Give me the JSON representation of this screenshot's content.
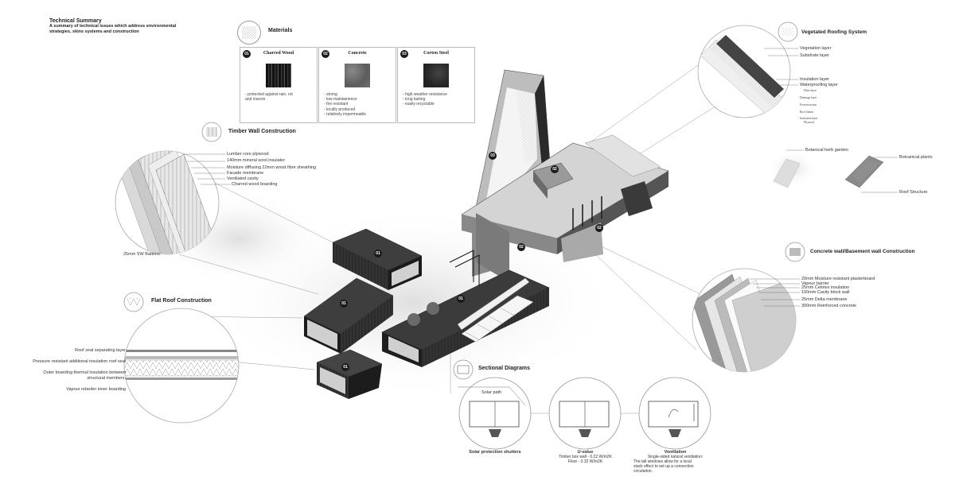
{
  "header": {
    "title": "Technical Summary",
    "subtitle": "A summary of technical issues which address environmental strategies, skins systems and construction"
  },
  "materials": {
    "title": "Materials",
    "items": [
      {
        "num": "01",
        "name": "Charred Wood",
        "notes": [
          "- protected against rain, rot",
          "and insects"
        ]
      },
      {
        "num": "02",
        "name": "Concrete",
        "notes": [
          "- strong",
          "- low maintainence",
          "- fire resistant",
          "- locally produced",
          "- relatively impermeable"
        ]
      },
      {
        "num": "03",
        "name": "Corten Steel",
        "notes": [
          "- high weather resistance",
          "- long lasting",
          "- easily recyclable"
        ]
      }
    ]
  },
  "timber": {
    "title": "Timber Wall Construction",
    "layers": [
      "Lumber core plywood",
      "140mm mineral wool insulator",
      "Moisture diffusing 22mm wood fibre sheathing",
      "Facade membrane",
      "Ventilated cavity",
      "Charred wood boarding"
    ],
    "battens": "25mm SW Battens"
  },
  "flat_roof": {
    "title": "Flat Roof Construction",
    "layers": [
      "Roof seal separating layer",
      "Pressure resistant additional insulation roof seal",
      "Outer boarding thermal insulation between",
      "structural members.",
      "Vapour retarder inner boarding"
    ]
  },
  "vegetated": {
    "title": "Vegetated Roofing System",
    "layers": [
      "Vegetation layer",
      "Substrate layer",
      "Insulation layer",
      "Waterproofing layer"
    ],
    "small_layers": [
      "Filter layer",
      "Drainage layer",
      "Protection mat",
      "Roof batten",
      "Insulation layer",
      "Plywood"
    ]
  },
  "botanical": {
    "herb": "Botanical herb garden",
    "plants": "Botcanical plants",
    "roof": "Roof Structure"
  },
  "concrete": {
    "title": "Concrete wall/Basement wall Construction",
    "layers": [
      "20mm Moisture resistant plasterboard",
      "Vapour barrier",
      "25mm Celotex insulation",
      "100mm Cavity block wall",
      "25mm Delta membrane",
      "300mm Reinforced concrete"
    ]
  },
  "sectional": {
    "title": "Sectional Diagrams",
    "solar_path": "Solar path",
    "d1": {
      "title": "Solar protection shutters"
    },
    "d2": {
      "title": "U-value",
      "lines": [
        "Timber box wall  -  0.22 W/m2K",
        "Floor  -  0.32 W/m2K"
      ]
    },
    "d3": {
      "title": "Ventilation",
      "lines": [
        "Single-sided natural ventilation:",
        "The tall windows allow for a local",
        "stack effect to set up a connection",
        "circulation."
      ]
    }
  },
  "markers": [
    "01",
    "01",
    "01",
    "01",
    "02",
    "02",
    "02",
    "03"
  ]
}
